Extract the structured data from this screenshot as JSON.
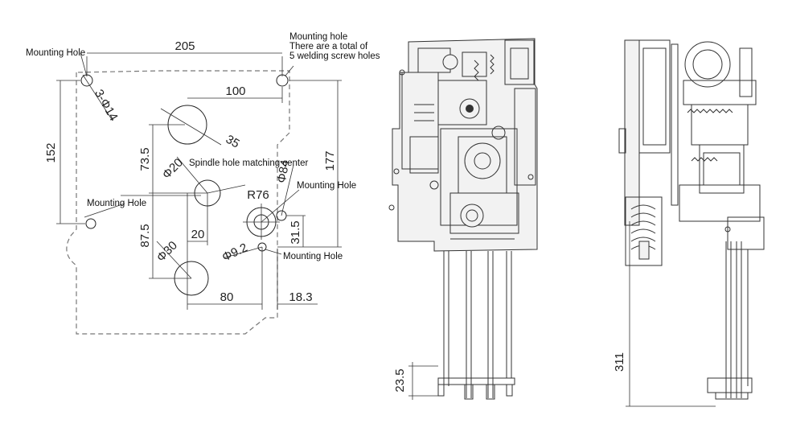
{
  "dimensions": {
    "width_total": "205",
    "hole_offset": "100",
    "height_left": "152",
    "height_right": "177",
    "spindle_v": "73.5",
    "lower_v": "87.5",
    "spindle_h": "20",
    "bottom_h": "80",
    "right_offset": "18.3",
    "small_v": "31.5",
    "hole_3": "3-Φ14",
    "r_angle": "35",
    "d20": "Φ20",
    "d84": "Φ84",
    "r76": "R76",
    "d30": "Φ30",
    "d92": "Φ9.2",
    "front_bottom": "23.5",
    "side_height": "311"
  },
  "labels": {
    "mounting_hole_tl": "Mounting Hole",
    "mounting_hole_tr_1": "Mounting hole",
    "mounting_hole_tr_2": "There are a total of",
    "mounting_hole_tr_3": "5 welding screw holes",
    "mounting_hole_left": "Mounting Hole",
    "spindle_center": "Spindle hole matching center",
    "mounting_hole_right": "Mounting Hole",
    "mounting_hole_bottom": "Mounting Hole"
  }
}
